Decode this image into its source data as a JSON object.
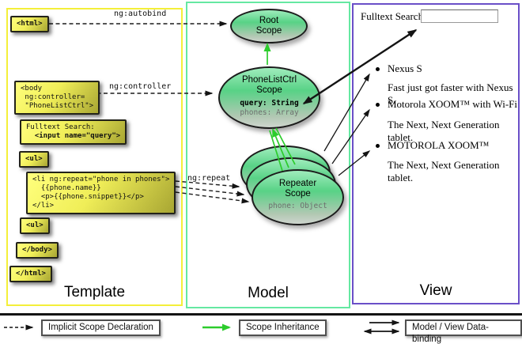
{
  "columns": {
    "template": {
      "label": "Template"
    },
    "model": {
      "label": "Model"
    },
    "view": {
      "label": "View"
    }
  },
  "template": {
    "html_open": "<html>",
    "body_open": "<body\n ng:controller=\n \"PhoneListCtrl\">",
    "fulltext_line1": "Fulltext Search:",
    "fulltext_line2": "  <input name=\"query\">",
    "ul_open": "<ul>",
    "li_repeat": "<li ng:repeat=\"phone in phones\">\n  {{phone.name}}\n  <p>{{phone.snippet}}</p>\n</li>",
    "ul_close": "<ul>",
    "body_close": "</body>",
    "html_close": "</html>"
  },
  "arrows": {
    "autobind_label": "ng:autobind",
    "controller_label": "ng:controller",
    "repeat_label": "ng:repeat"
  },
  "model": {
    "root_scope_title": "Root\nScope",
    "phonelist_title": "PhoneListCtrl\nScope",
    "phonelist_query": "query: String",
    "phonelist_phones": "phones: Array",
    "repeater_title": "Repeater\nScope",
    "repeater_phone": "phone: Object"
  },
  "view": {
    "search_label": "Fulltext Search:",
    "search_value": "",
    "items": [
      {
        "name": "Nexus S",
        "desc": "Fast just got faster with Nexus S."
      },
      {
        "name": "Motorola XOOM™ with Wi-Fi",
        "desc": "The Next, Next Generation tablet."
      },
      {
        "name": "MOTOROLA XOOM™",
        "desc": "The Next, Next Generation tablet."
      }
    ]
  },
  "legend": {
    "implicit_label": "Implicit Scope Declaration",
    "inheritance_label": "Scope Inheritance",
    "binding_label": "Model / View Data-binding"
  },
  "colors": {
    "template_border": "#f4ef39",
    "model_border": "#65e8a2",
    "view_border": "#6a4fc8",
    "scope_fill_green": "#58d286",
    "scope_fill_gray": "#ced5ce",
    "code_box_yellow": "#f0ee58",
    "inheritance_arrow_green": "#2ccc2c",
    "arrow_black": "#141414"
  }
}
